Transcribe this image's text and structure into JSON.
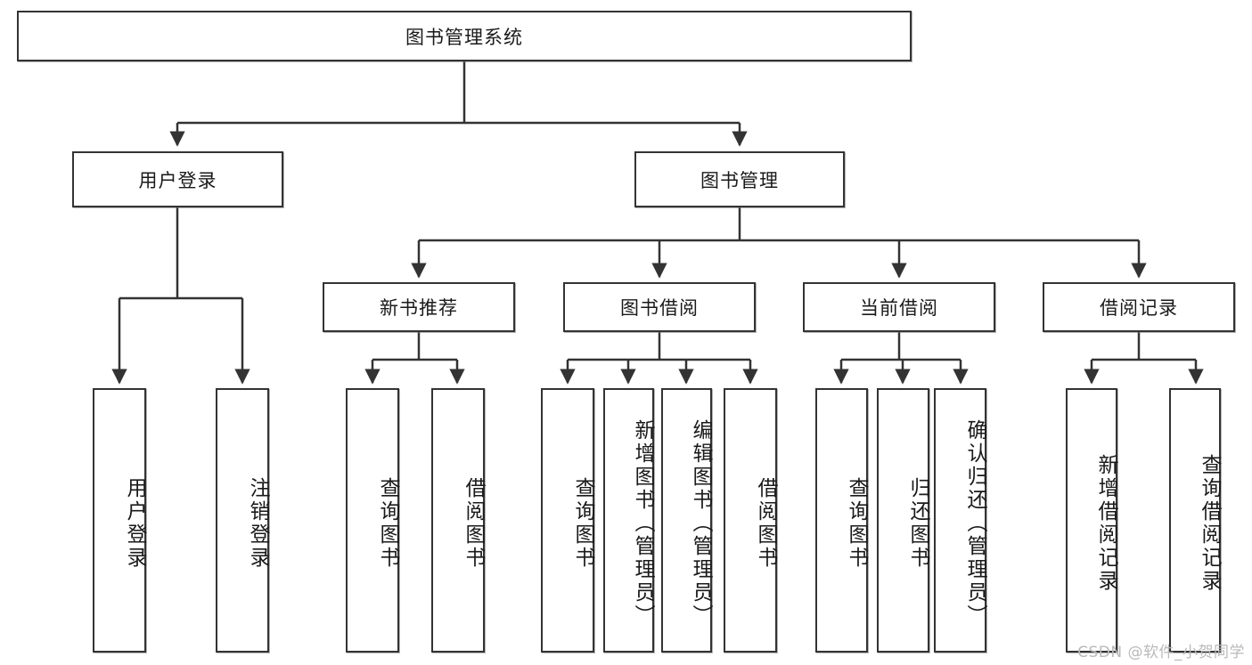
{
  "diagram": {
    "type": "tree",
    "title": "图书管理系统",
    "watermark": "CSDN @软件_小贺同学",
    "colors": {
      "stroke": "#333333",
      "fill": "#ffffff",
      "text": "#1a1a1a",
      "watermark": "#b9b9b9"
    },
    "levels": {
      "root": {
        "label": "图书管理系统"
      },
      "level1": [
        {
          "label": "用户登录"
        },
        {
          "label": "图书管理"
        }
      ],
      "level2": [
        {
          "label": "新书推荐"
        },
        {
          "label": "图书借阅"
        },
        {
          "label": "当前借阅"
        },
        {
          "label": "借阅记录"
        }
      ],
      "leaves": [
        {
          "label": "用户登录",
          "parent": "用户登录"
        },
        {
          "label": "注销登录",
          "parent": "用户登录"
        },
        {
          "label": "查询图书",
          "parent": "新书推荐"
        },
        {
          "label": "借阅图书",
          "parent": "新书推荐"
        },
        {
          "label": "查询图书",
          "parent": "图书借阅"
        },
        {
          "label": "新增图书（管理员）",
          "parent": "图书借阅"
        },
        {
          "label": "编辑图书（管理员）",
          "parent": "图书借阅"
        },
        {
          "label": "借阅图书",
          "parent": "图书借阅"
        },
        {
          "label": "查询图书",
          "parent": "当前借阅"
        },
        {
          "label": "归还图书",
          "parent": "当前借阅"
        },
        {
          "label": "确认归还（管理员）",
          "parent": "当前借阅"
        },
        {
          "label": "新增借阅记录",
          "parent": "借阅记录"
        },
        {
          "label": "查询借阅记录",
          "parent": "借阅记录"
        }
      ]
    }
  }
}
